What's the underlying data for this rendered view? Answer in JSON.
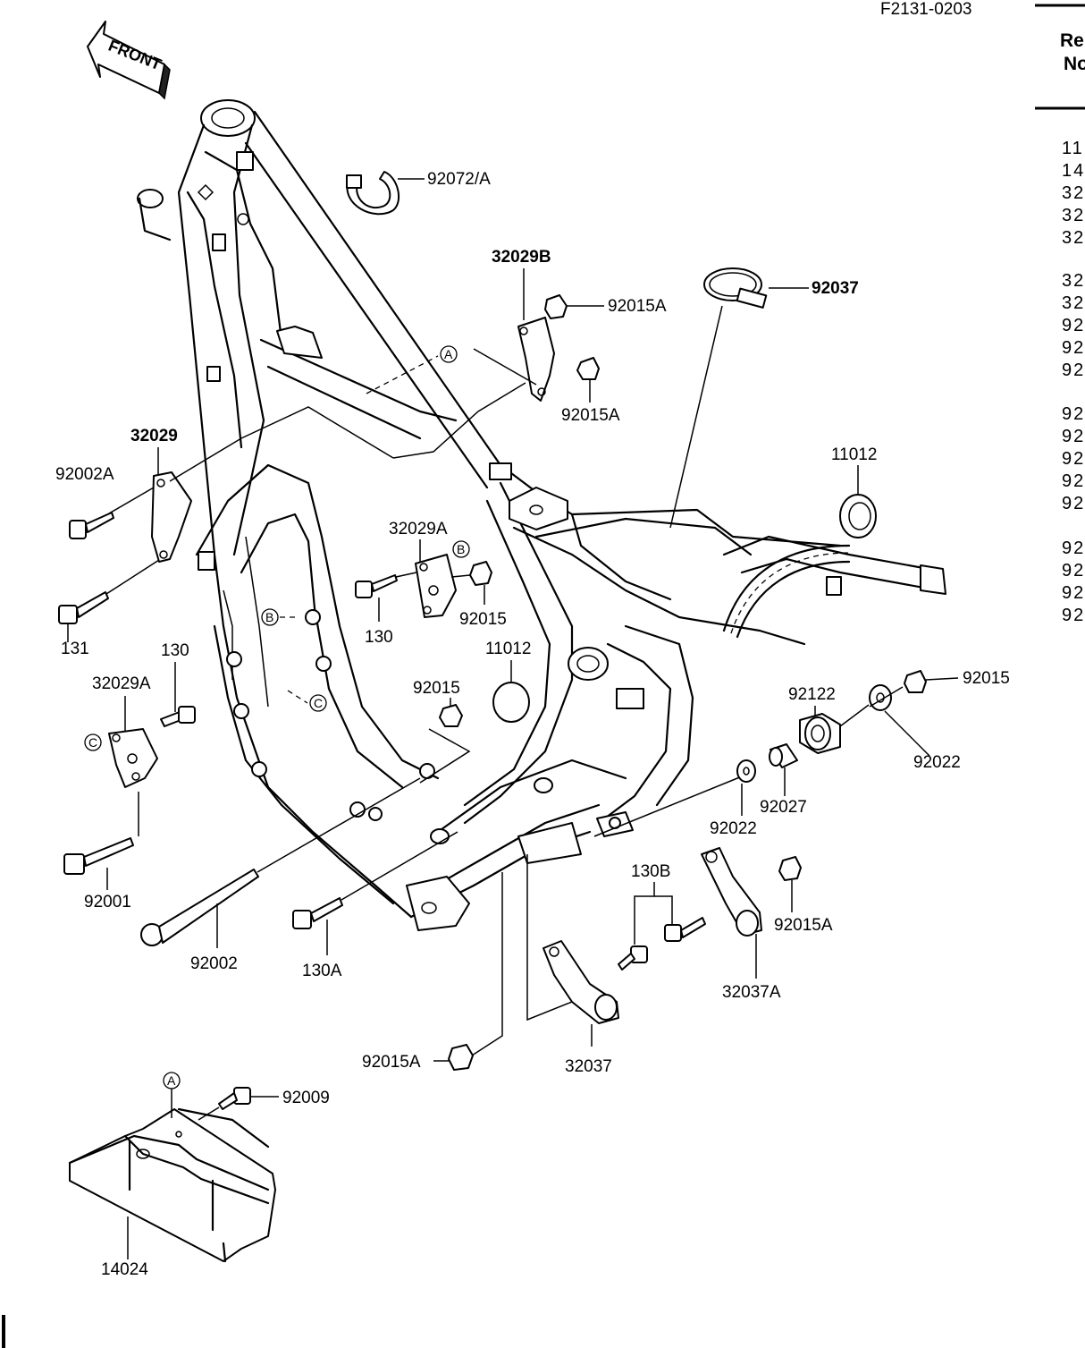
{
  "diagram_code": "F2131-0203",
  "front_label": "FRONT",
  "ref_header": [
    "Re",
    "No"
  ],
  "ref_index": [
    "11",
    "14",
    "32",
    "32",
    "32",
    "32",
    "32",
    "92",
    "92",
    "92",
    "92",
    "92",
    "92",
    "92",
    "92",
    "92",
    "92",
    "92",
    "92"
  ],
  "callouts": {
    "c92072A": "92072/A",
    "c32029B": "32029B",
    "c92015A_top": "92015A",
    "c92015A_mid": "92015A",
    "c92037": "92037",
    "c32029": "32029",
    "c92002A": "92002A",
    "c11012_right": "11012",
    "c32029A_center": "32029A",
    "c131": "131",
    "c130_center": "130",
    "c92015_center": "92015",
    "c11012_center": "11012",
    "c130_left": "130",
    "c32029A_left": "32029A",
    "c92015_mid": "92015",
    "c92015_right": "92015",
    "c92122": "92122",
    "c92022_right": "92022",
    "c92027": "92027",
    "c92022_mid": "92022",
    "c92001": "92001",
    "c130B": "130B",
    "c92002": "92002",
    "c130A": "130A",
    "c92015A_right": "92015A",
    "c32037A": "32037A",
    "c92015A_bottom": "92015A",
    "c32037": "32037",
    "c92009": "92009",
    "c14024": "14024"
  },
  "markers": {
    "A1": "A",
    "A2": "A",
    "B1": "B",
    "B2": "B",
    "C1": "C",
    "C2": "C"
  }
}
